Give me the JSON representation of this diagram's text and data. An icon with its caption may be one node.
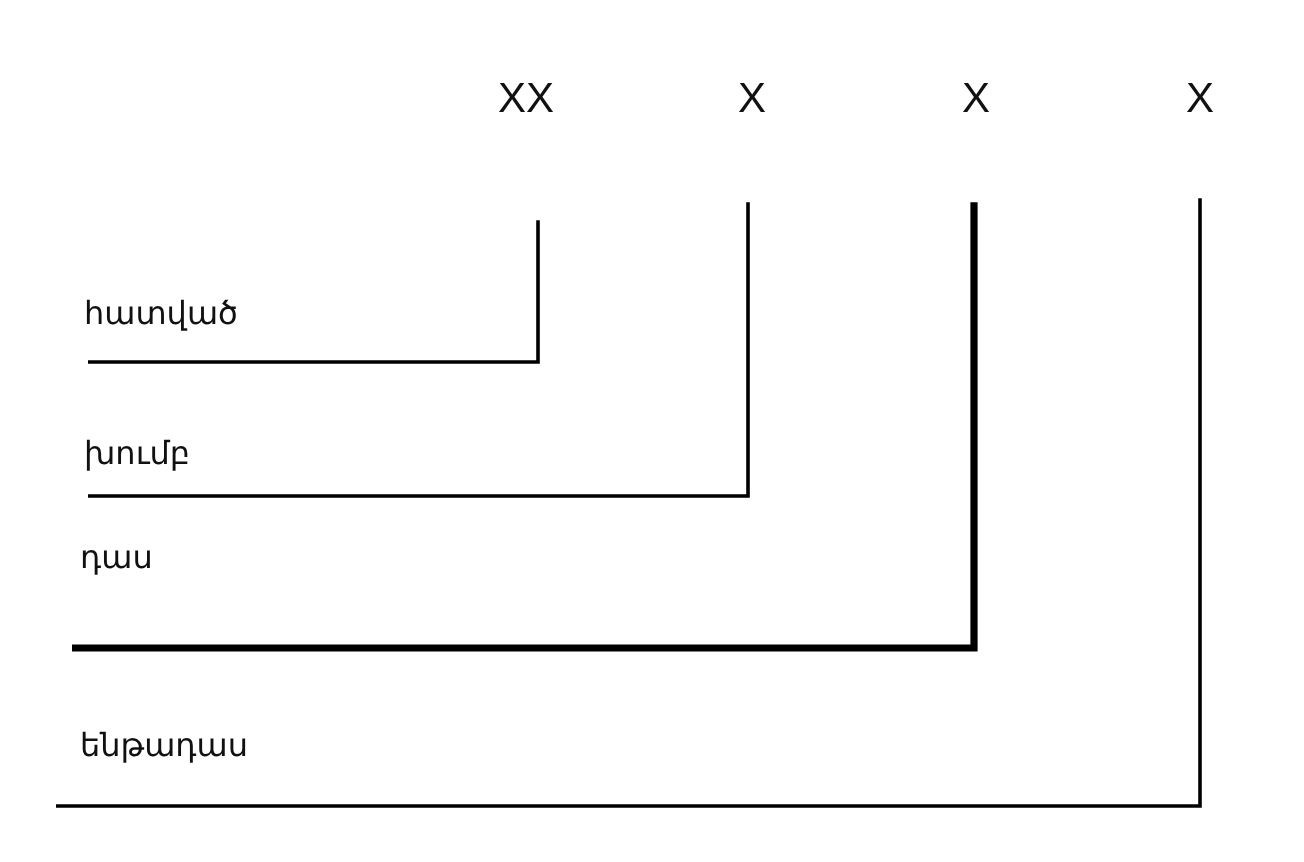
{
  "diagram": {
    "nodes": [
      {
        "text": [
          "XX"
        ]
      },
      {
        "text": [
          "X"
        ]
      },
      {
        "text": [
          "X"
        ]
      },
      {
        "text": [
          "X"
        ]
      },
      {
        "text": [
          "հատված"
        ]
      },
      {
        "text": [
          "խումբ"
        ]
      },
      {
        "text": [
          "դաս"
        ]
      },
      {
        "text": [
          "ենթադաս"
        ]
      }
    ],
    "edges": [
      {
        "from": 4,
        "to": 0,
        "arrow": "none"
      },
      {
        "from": 5,
        "to": 1,
        "arrow": "none"
      },
      {
        "from": 6,
        "to": 2,
        "arrow": "none",
        "style": "thick"
      },
      {
        "from": 7,
        "to": 3,
        "arrow": "none"
      }
    ]
  }
}
